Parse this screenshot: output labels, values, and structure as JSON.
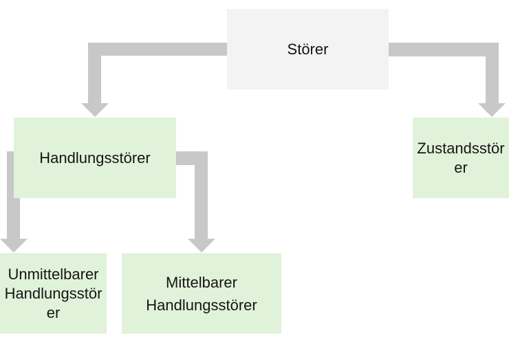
{
  "nodes": {
    "root": "Störer",
    "handlung": "Handlungsstörer",
    "zustand": "Zustandsstörer",
    "unmittelbar_line1": "Unmittelbarer",
    "unmittelbar_line2": "Handlungsstörer",
    "mittelbar_line1": "Mittelbarer",
    "mittelbar_line2": "Handlungsstörer"
  },
  "colors": {
    "root_fill": "#f3f3f3",
    "child_fill": "#e0f2d9",
    "connector": "#c8c8c8"
  }
}
